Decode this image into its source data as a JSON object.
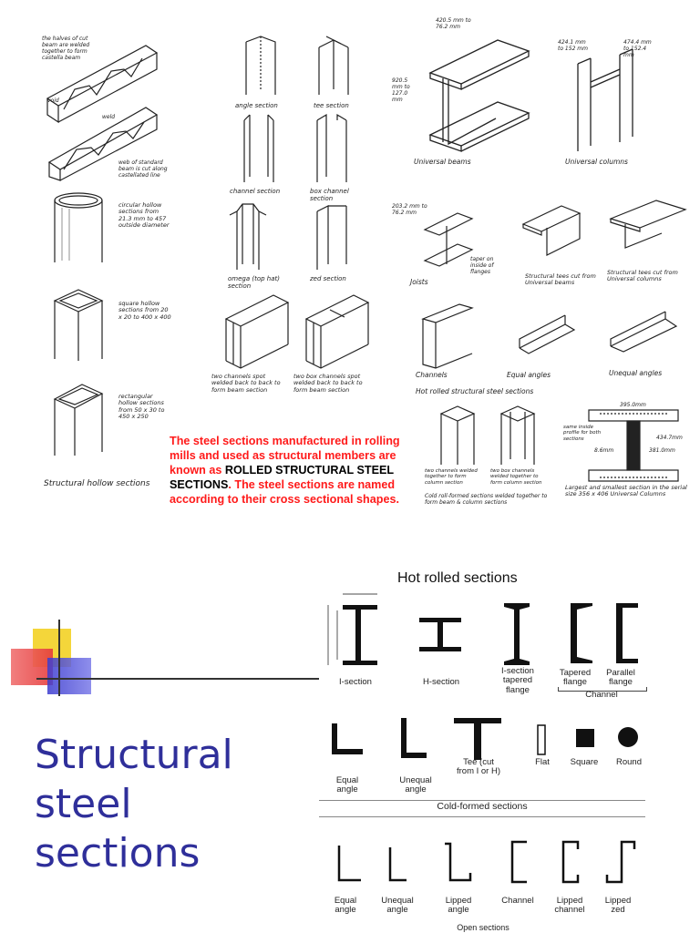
{
  "slide": {
    "title": "Structural steel sections",
    "accent_colors": {
      "yellow": "#f4d63a",
      "red": "#e53b3b",
      "blue": "#3b3bcf",
      "title": "#2f2f9a"
    }
  },
  "intro_text": {
    "red_1": "The steel sections manufactured in rolling mills and used as structural members are known as ",
    "black": "ROLLED STRUCTURAL STEEL SECTIONS",
    "red_2": ". The steel sections are named according to their cross sectional shapes."
  },
  "sketch": {
    "castellated_note": "the halves of cut beam are welded together to form castella beam",
    "void": "void",
    "weld": "weld",
    "web_note": "web of standard beam is cut along castellated line",
    "circular": "circular hollow sections from 21.3 mm to 457 outside diameter",
    "square": "square hollow sections from 20 x 20 to 400 x 400",
    "rectangular": "rectangular hollow sections from 50 x 30 to 450 x 250",
    "hollow_caption": "Structural hollow sections",
    "angle": "angle section",
    "tee": "tee section",
    "channel": "channel section",
    "box_channel": "box channel section",
    "omega": "omega (top hat) section",
    "zed": "zed section",
    "two_channels": "two channels spot welded back to back to form beam section",
    "two_box": "two box channels spot welded back to back to form beam section",
    "ub_dim1": "420.5 mm to 76.2 mm",
    "ub_dim2": "920.5 mm to 127.0 mm",
    "universal_beams": "Universal beams",
    "uc_dim1": "424.1 mm to 152 mm",
    "uc_dim2": "474.4 mm to 152.4 mm",
    "universal_columns": "Universal columns",
    "joists": "Joists",
    "joist_dim": "203.2 mm to 76.2 mm",
    "taper": "taper on inside of flanges",
    "tees_ub": "Structural tees cut from Universal beams",
    "tees_uc": "Structural tees cut from Universal columns",
    "channels": "Channels",
    "equal_angles": "Equal angles",
    "unequal_angles": "Unequal angles",
    "hot_rolled_caption": "Hot rolled structural steel sections",
    "two_channels_col": "two channels welded together to form column section",
    "two_box_col": "two box channels welded together to form column section",
    "cold_roll": "Cold roll-formed sections welded together to form beam & column sections",
    "largest": "Largest and smallest section in the serial size 356 x 406 Universal Columns",
    "dim_395": "395.0mm",
    "dim_4347": "434.7mm",
    "dim_3813": "381.0mm",
    "dim_86": "8.6mm",
    "same_inside": "same inside profile for both sections"
  },
  "hot_rolled": {
    "heading": "Hot rolled sections",
    "items": [
      "I-section",
      "H-section",
      "I-section tapered flange",
      "Tapered flange",
      "Parallel flange"
    ],
    "channel_group": "Channel",
    "row2": [
      "Equal angle",
      "Unequal angle",
      "Tee (cut from I or H)",
      "Flat",
      "Square",
      "Round"
    ]
  },
  "cold_formed": {
    "heading": "Cold-formed sections",
    "items": [
      "Equal angle",
      "Unequal angle",
      "Lipped angle",
      "Channel",
      "Lipped channel",
      "Lipped zed"
    ],
    "footer": "Open sections"
  }
}
